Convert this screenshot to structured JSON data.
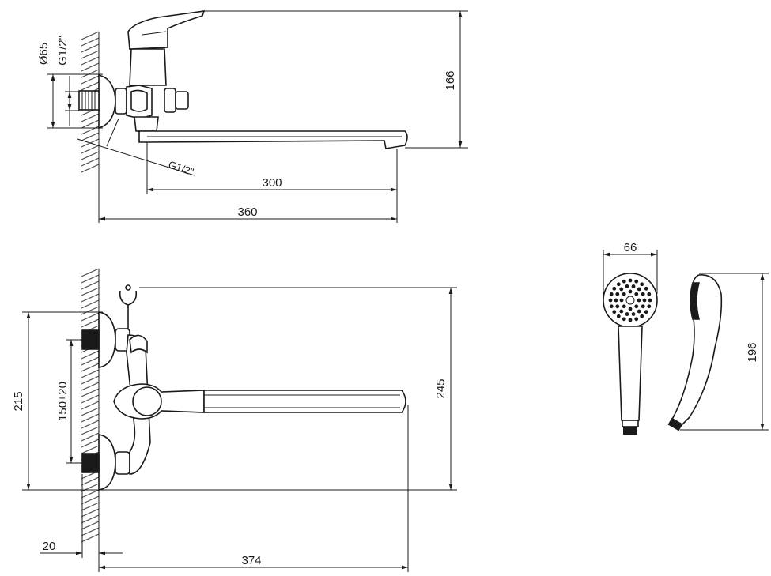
{
  "top_view": {
    "dim_diameter": "Ø65",
    "dim_thread_top": "G1/2\"",
    "dim_thread_diag": "G1/2\"",
    "dim_height": "166",
    "dim_spout": "300",
    "dim_total": "360"
  },
  "front_view": {
    "dim_spacing": "150±20",
    "dim_height_outer": "215",
    "dim_height_total": "245",
    "dim_wall": "20",
    "dim_length": "374"
  },
  "shower_head": {
    "dim_width": "66",
    "dim_length": "196"
  }
}
